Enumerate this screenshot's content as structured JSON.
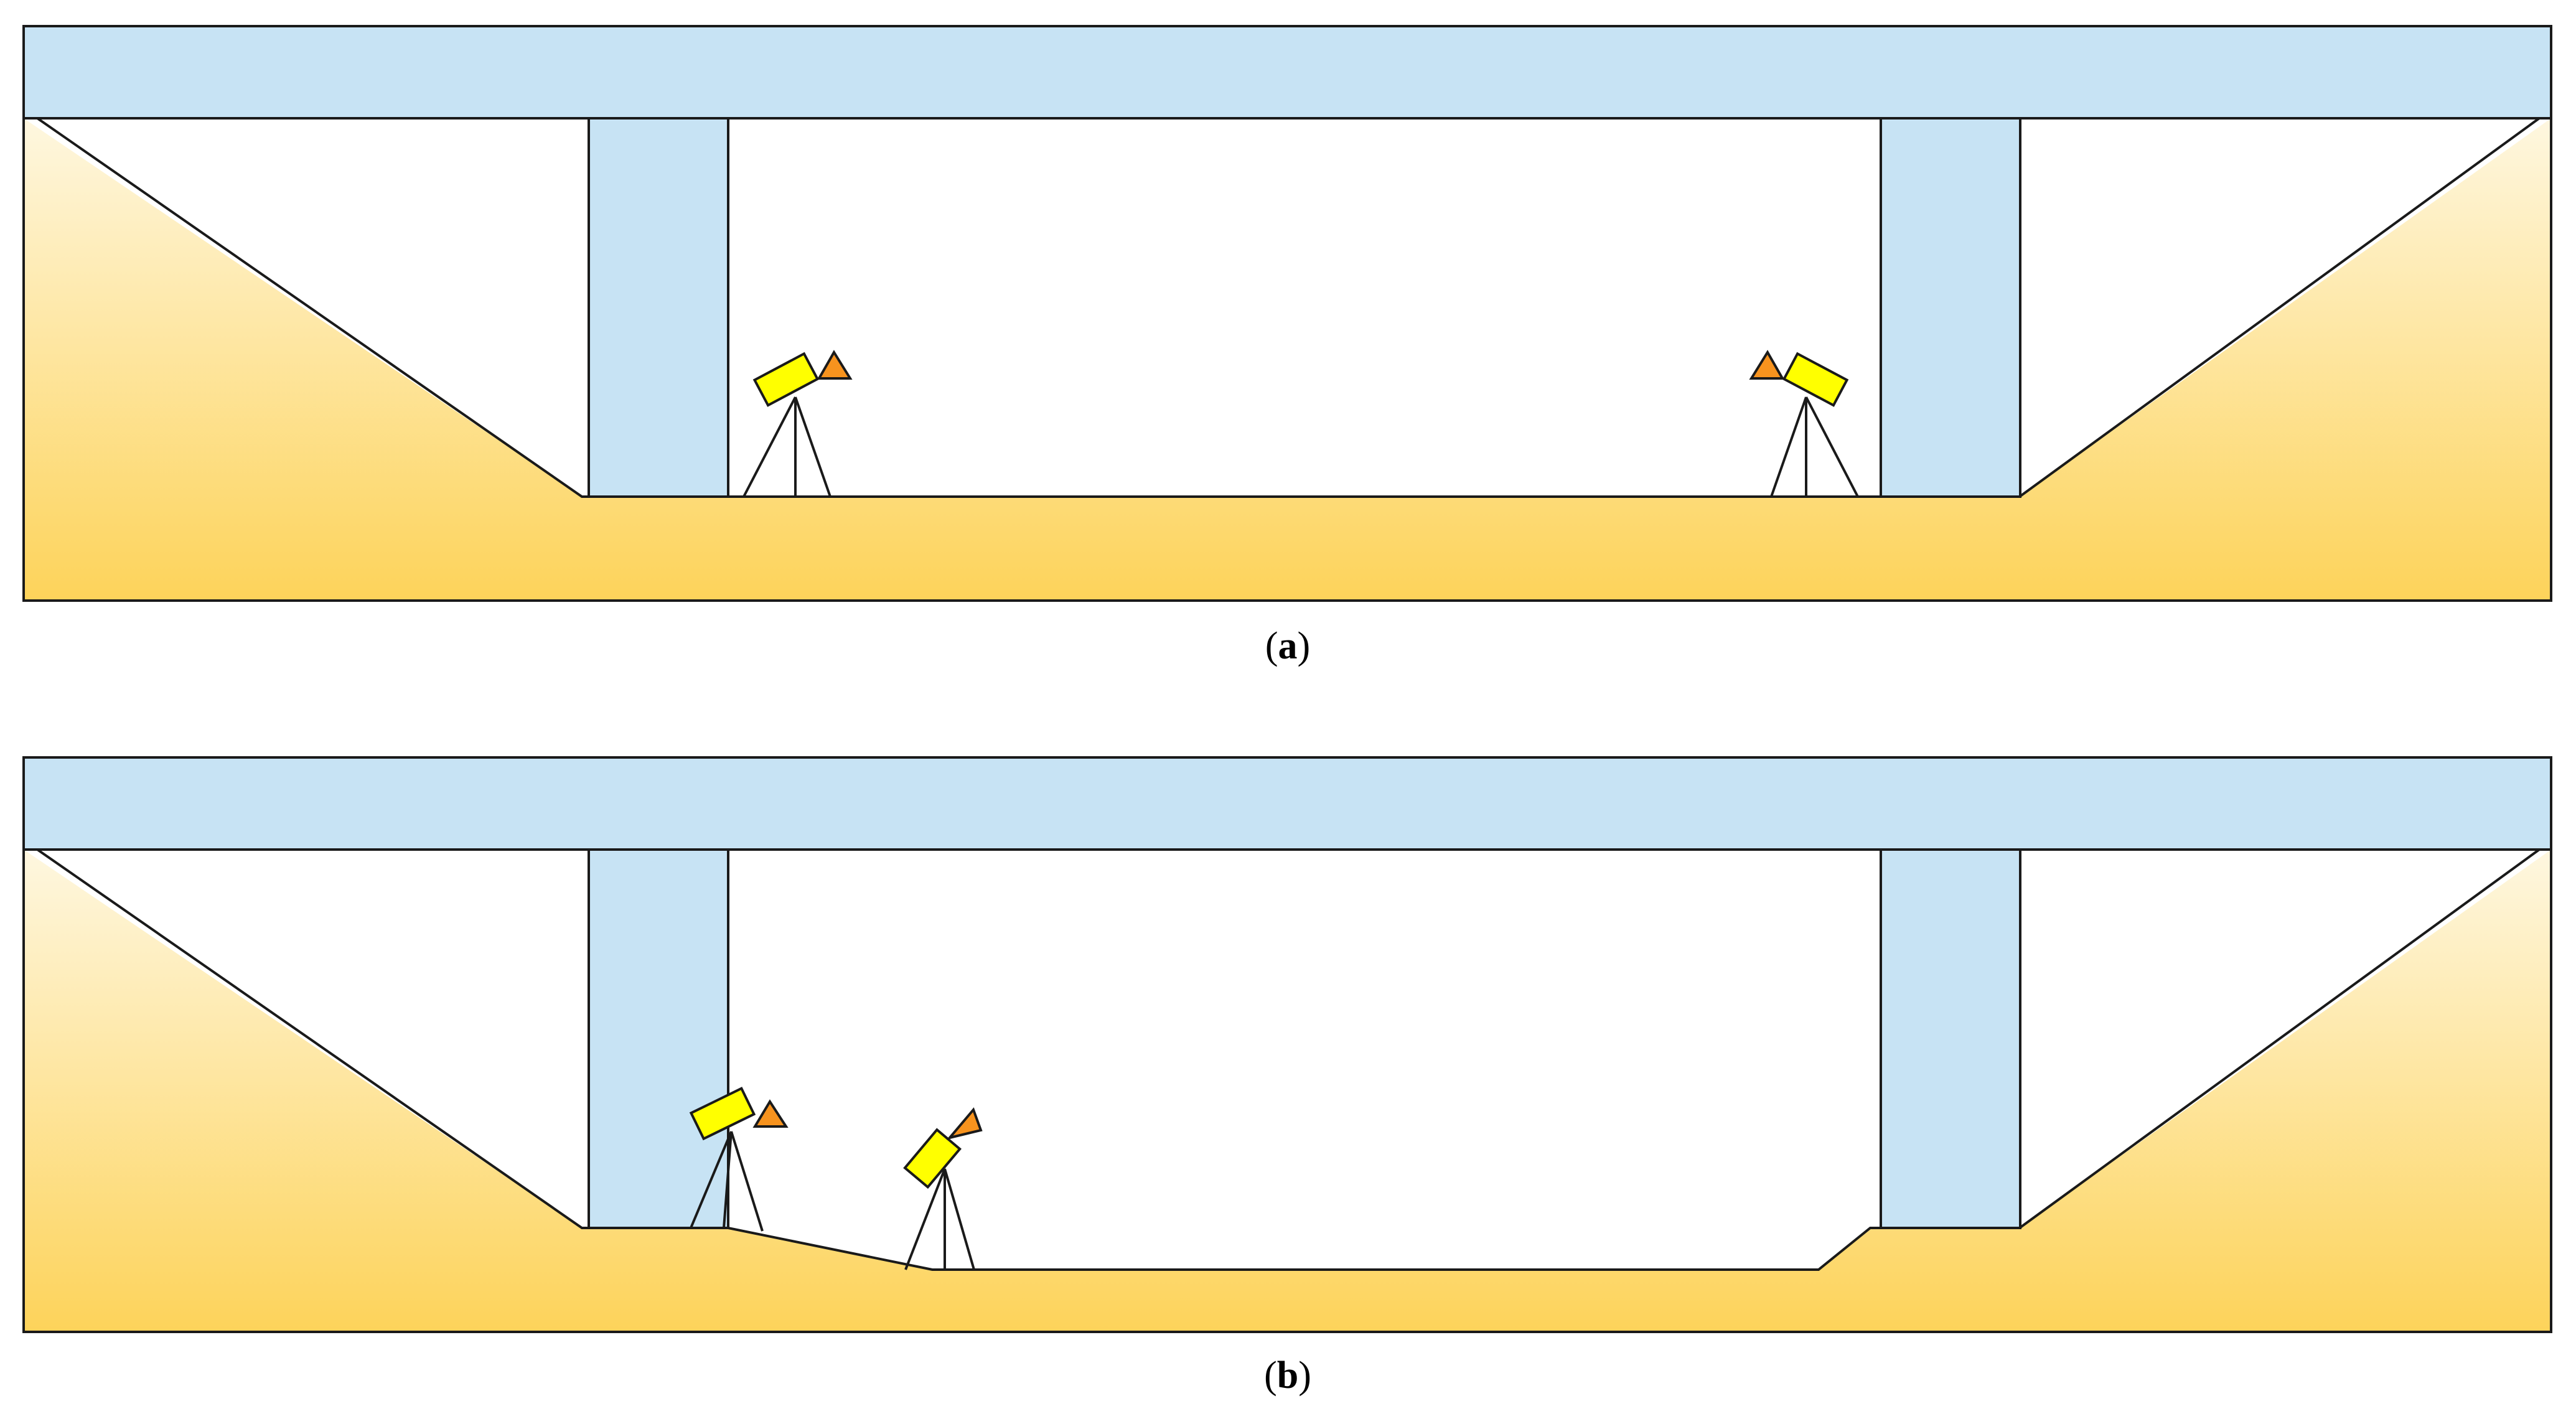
{
  "panels": [
    {
      "id": "a",
      "caption_open": "(",
      "caption_letter": "a",
      "caption_close": ")"
    },
    {
      "id": "b",
      "caption_open": "(",
      "caption_letter": "b",
      "caption_close": ")"
    }
  ],
  "colors": {
    "deck": "#c7e3f4",
    "ground_top": "#fef7e0",
    "ground_bottom": "#fdd35a",
    "camera_body": "#ffff00",
    "camera_cone": "#f7931e",
    "outline": "#1a1a1a"
  },
  "icons": [
    "camera-tripod-icon"
  ]
}
